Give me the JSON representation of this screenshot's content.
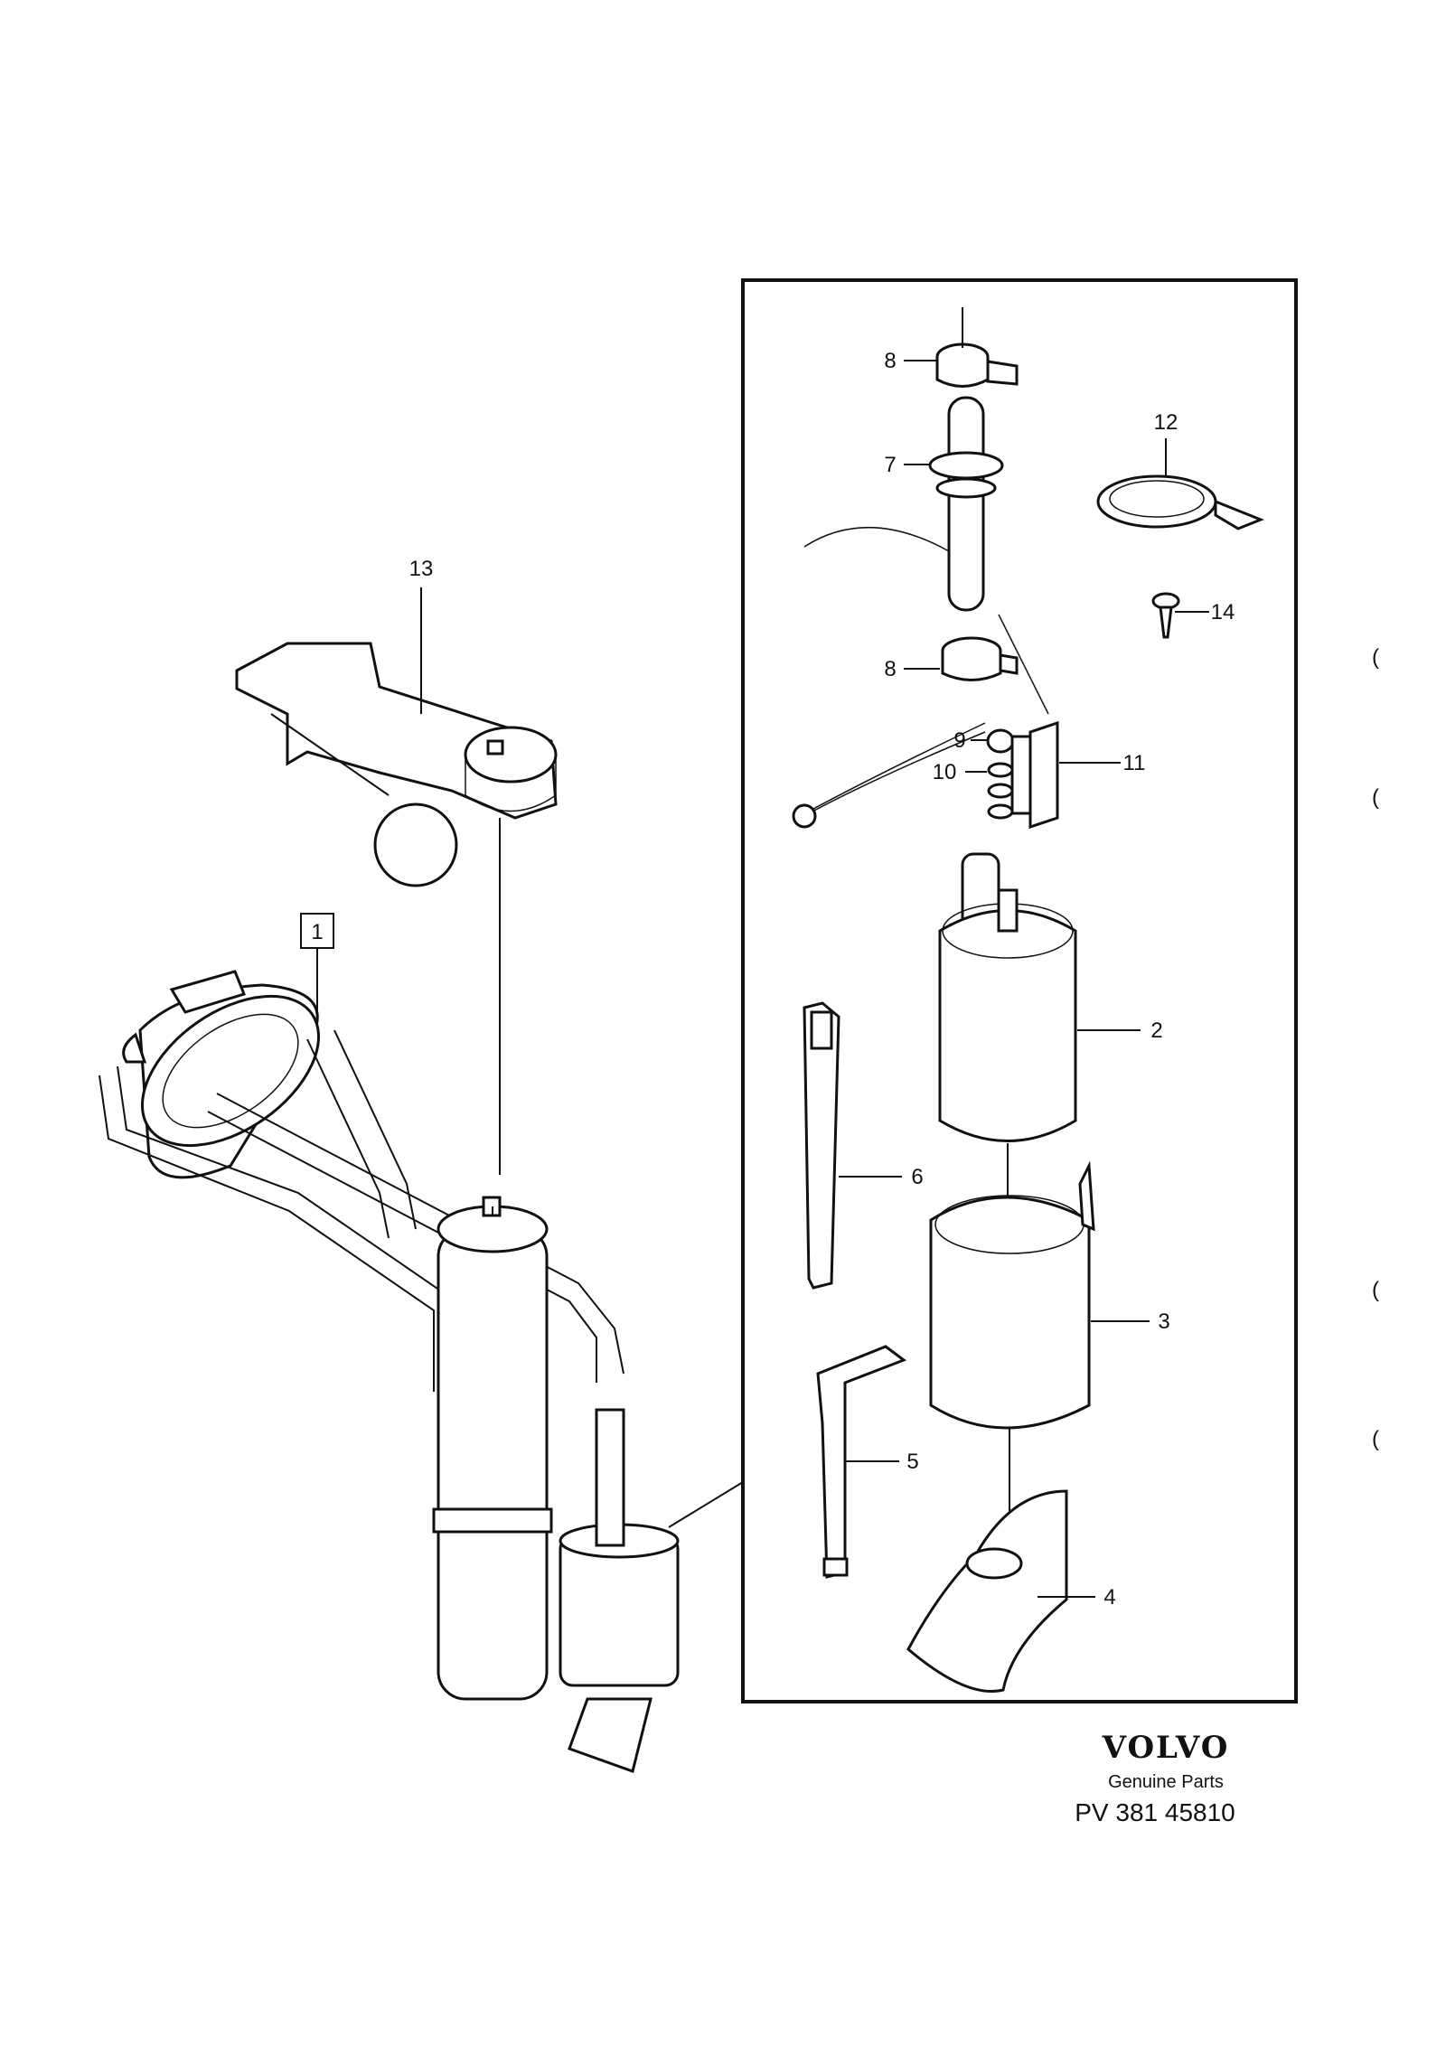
{
  "callouts": {
    "c1": "1",
    "c2": "2",
    "c3": "3",
    "c4": "4",
    "c5": "5",
    "c6": "6",
    "c7": "7",
    "c8a": "8",
    "c8b": "8",
    "c9": "9",
    "c10": "10",
    "c11": "11",
    "c12": "12",
    "c13": "13",
    "c14": "14"
  },
  "footer": {
    "brand": "VOLVO",
    "tagline": "Genuine Parts",
    "code": "PV 381 45810"
  },
  "margin_marks": [
    "(",
    "(",
    "(",
    "("
  ]
}
